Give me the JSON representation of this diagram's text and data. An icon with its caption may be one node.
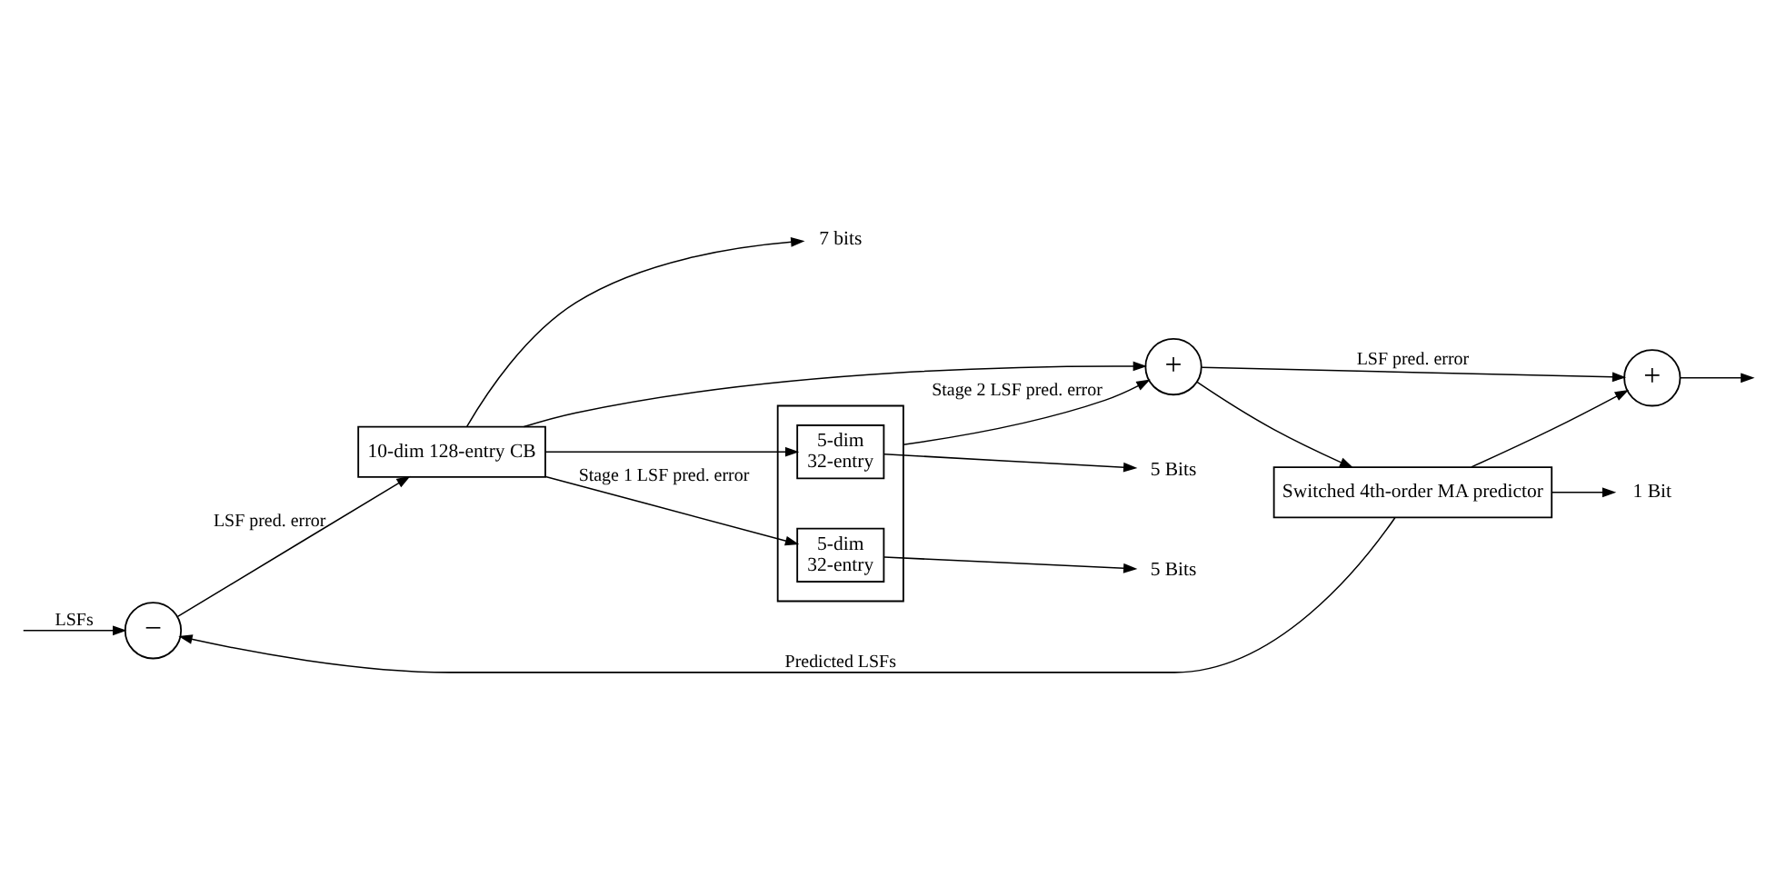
{
  "diagram": {
    "nodes": [
      {
        "text": [
          "−"
        ]
      },
      {
        "text": [
          "10-dim 128-entry CB"
        ]
      },
      {
        "text": [],
        "shape": "box"
      },
      {
        "text": [
          "5-dim",
          "32-entry"
        ],
        "in": 2
      },
      {
        "text": [
          "5-dim",
          "32-entry"
        ],
        "in": 2
      },
      {
        "text": [
          "+"
        ]
      },
      {
        "text": [
          "+"
        ]
      },
      {
        "text": [
          "Switched 4th-order MA predictor"
        ]
      },
      {
        "text": [
          "7 bits"
        ]
      },
      {
        "text": [
          "5 Bits"
        ]
      },
      {
        "text": [
          "5 Bits"
        ]
      },
      {
        "text": [
          "1 Bit"
        ]
      }
    ],
    "edges": [
      {
        "from": null,
        "to": 0,
        "arrow": "to",
        "label": "LSFs"
      },
      {
        "from": 0,
        "to": 1,
        "arrow": "to",
        "label": "LSF pred. error"
      },
      {
        "from": 1,
        "to": 3,
        "arrow": "to",
        "label": "Stage 1 LSF pred. error"
      },
      {
        "from": 1,
        "to": 4,
        "arrow": "to"
      },
      {
        "from": 1,
        "to": 5,
        "arrow": "to"
      },
      {
        "from": 2,
        "to": 5,
        "arrow": "to",
        "label": "Stage 2 LSF pred. error"
      },
      {
        "from": 5,
        "to": 6,
        "arrow": "to",
        "label": "LSF pred. error"
      },
      {
        "from": 5,
        "to": 7,
        "arrow": "to"
      },
      {
        "from": 6,
        "to": null,
        "arrow": "to"
      },
      {
        "from": 1,
        "to": 8,
        "arrow": "to"
      },
      {
        "from": 3,
        "to": 9,
        "arrow": "to"
      },
      {
        "from": 4,
        "to": 10,
        "arrow": "to"
      },
      {
        "from": 7,
        "to": 11,
        "arrow": "to"
      },
      {
        "from": 7,
        "to": 6,
        "arrow": "to"
      },
      {
        "from": 7,
        "to": 0,
        "arrow": "to",
        "label": "Predicted LSFs"
      }
    ]
  }
}
